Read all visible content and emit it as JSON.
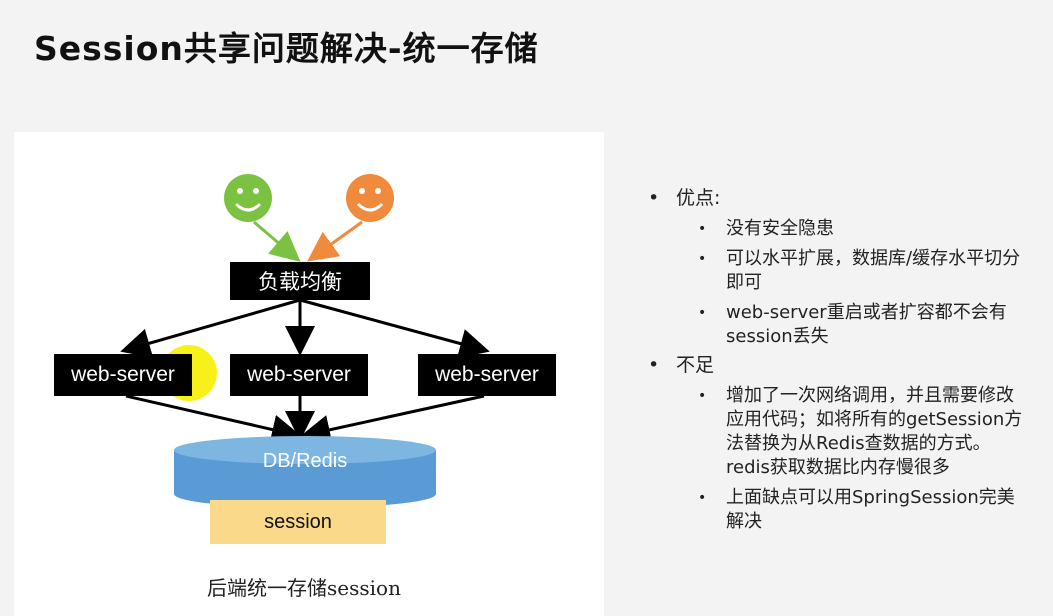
{
  "slide": {
    "title": "Session共享问题解决-统一存储"
  },
  "diagram": {
    "load_balancer": "负载均衡",
    "servers": [
      "web-server",
      "web-server",
      "web-server"
    ],
    "db": "DB/Redis",
    "session": "session",
    "caption": "后端统一存储session",
    "colors": {
      "smiley_green": "#7cc242",
      "smiley_orange": "#f08a3c",
      "db_top": "#7eb6e2",
      "db_body": "#5b9bd5",
      "session_box": "#fbd98a",
      "highlight": "#f7f000"
    }
  },
  "notes": {
    "pros": {
      "label": "优点:",
      "items": [
        "没有安全隐患",
        "可以水平扩展，数据库/缓存水平切分即可",
        "web-server重启或者扩容都不会有session丢失"
      ]
    },
    "cons": {
      "label": "不足",
      "items": [
        "增加了一次网络调用，并且需要修改应用代码；如将所有的getSession方法替换为从Redis查数据的方式。redis获取数据比内存慢很多",
        "上面缺点可以用SpringSession完美解决"
      ]
    }
  }
}
